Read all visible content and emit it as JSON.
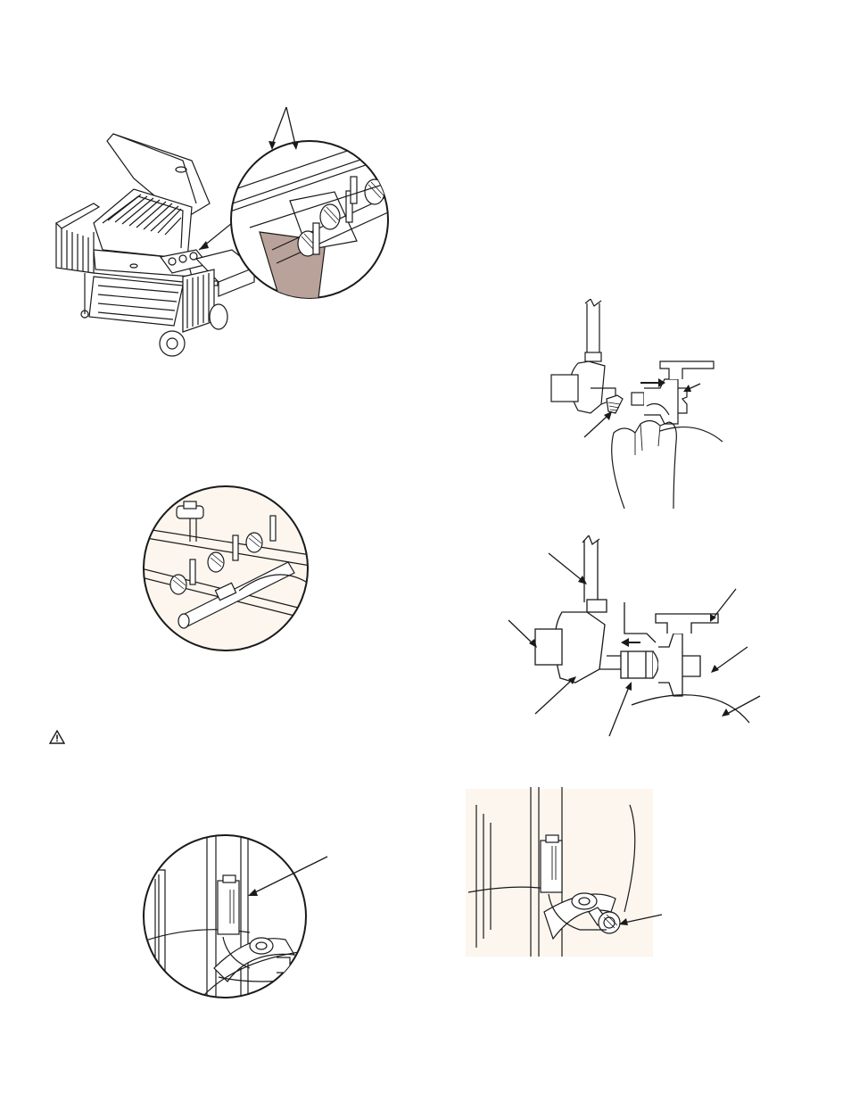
{
  "page": {
    "figures": [
      {
        "name": "grill-overview-with-detail-callout",
        "icon": "gas-grill-illustration"
      },
      {
        "name": "burner-valve-detail",
        "icon": "burner-tubes-illustration"
      },
      {
        "name": "cylinder-scale-detail",
        "icon": "scale-clip-illustration"
      },
      {
        "name": "regulator-connect-by-hand",
        "icon": "hand-tightening-illustration"
      },
      {
        "name": "regulator-cylinder-assembly",
        "icon": "regulator-valve-illustration"
      },
      {
        "name": "cylinder-mounted-view",
        "icon": "cylinder-mount-illustration"
      }
    ],
    "warning_icon": "warning-triangle-icon",
    "colors": {
      "line": "#1a1a1a",
      "tint": "#fcf6ee",
      "shade": "#b8a29a"
    }
  }
}
